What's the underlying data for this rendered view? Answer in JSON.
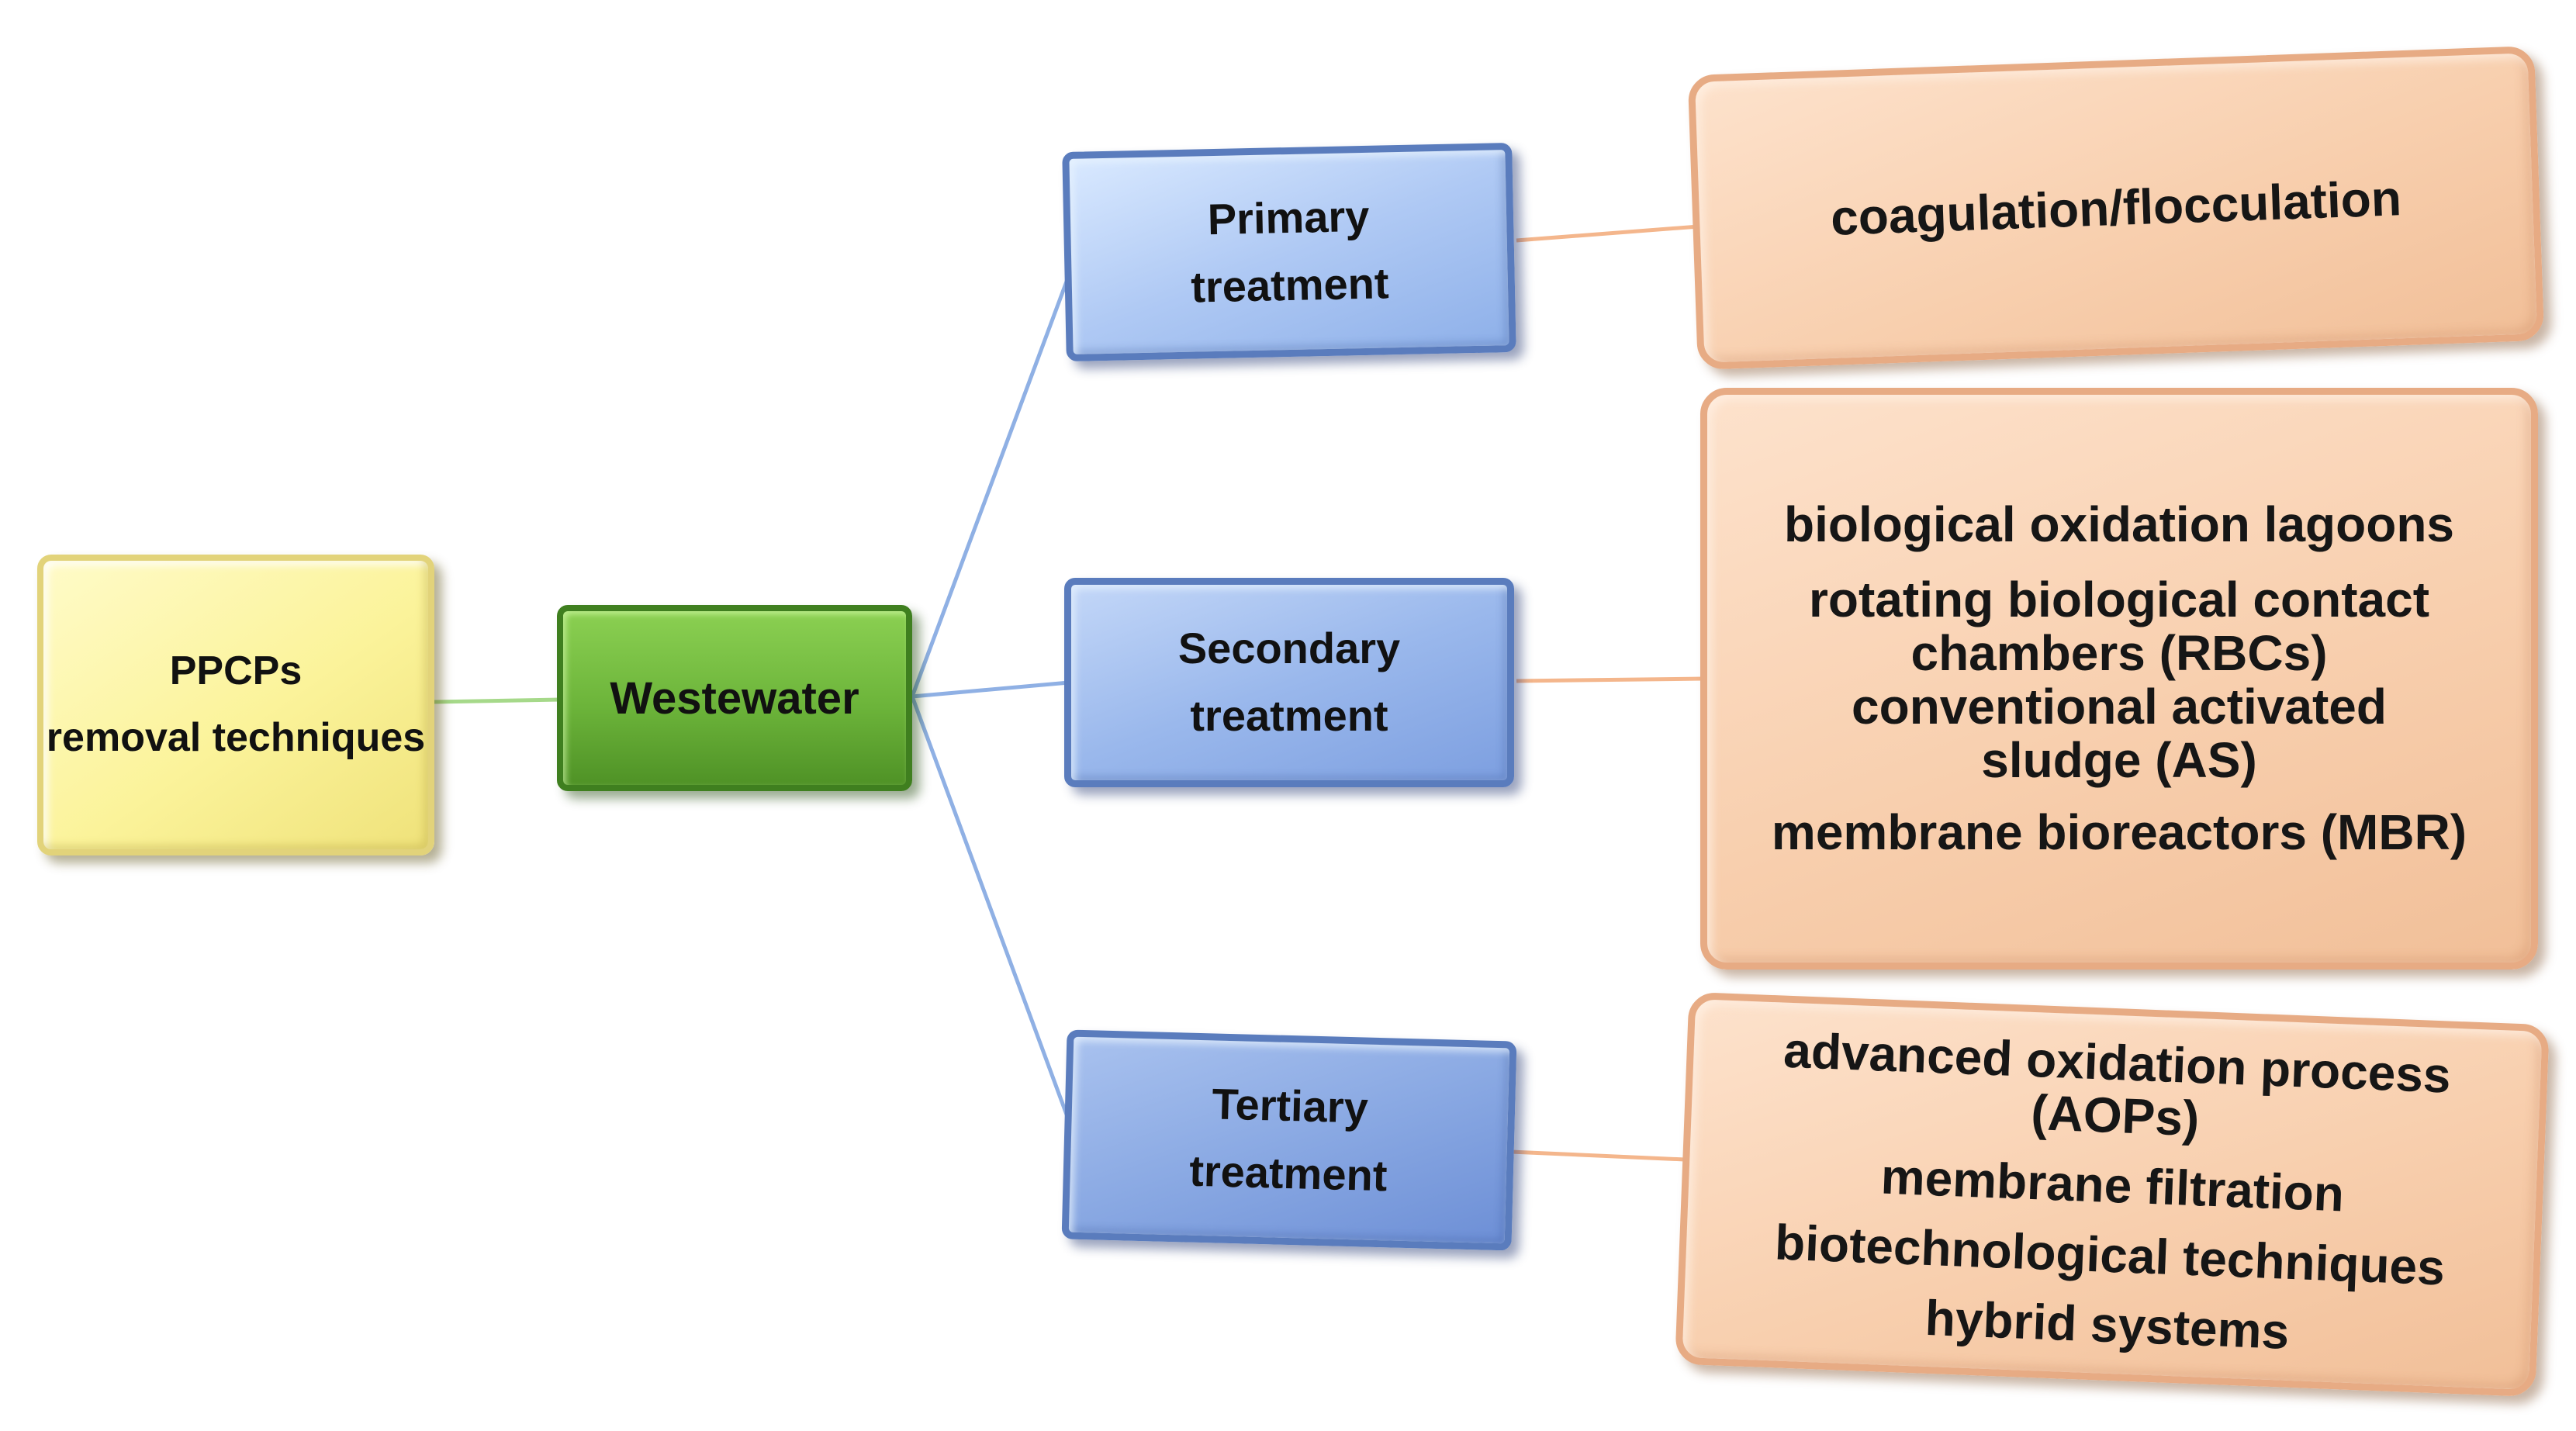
{
  "root": {
    "line1": "PPCPs",
    "line2": "removal techniques"
  },
  "wastewater": {
    "label": "Westewater"
  },
  "treatments": {
    "primary": {
      "line1": "Primary",
      "line2": "treatment"
    },
    "secondary": {
      "line1": "Secondary",
      "line2": "treatment"
    },
    "tertiary": {
      "line1": "Tertiary",
      "line2": "treatment"
    }
  },
  "techniques": {
    "primary": [
      "coagulation/flocculation"
    ],
    "secondary": [
      "biological oxidation lagoons",
      "rotating biological contact",
      "chambers (RBCs)",
      "conventional activated",
      "sludge (AS)",
      "membrane bioreactors (MBR)"
    ],
    "tertiary": [
      "advanced oxidation process",
      "(AOPs)",
      "membrane filtration",
      "biotechnological techniques",
      "hybrid systems"
    ]
  },
  "colors": {
    "root_fill": "#fbf39a",
    "wastewater_fill": "#6cb43a",
    "treatment_fill": "#9ab8ec",
    "technique_fill": "#f8cfae",
    "connector_green": "#a6d98a",
    "connector_blue": "#8fb0e4",
    "connector_orange": "#f4b68c"
  }
}
